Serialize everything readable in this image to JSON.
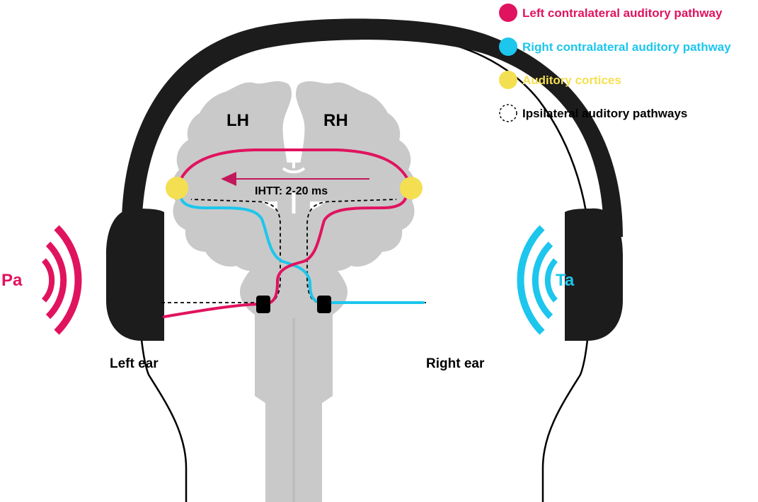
{
  "colors": {
    "left_pathway": "#e0135f",
    "right_pathway": "#1cc6ec",
    "cortex": "#f4df52",
    "headphone": "#1c1c1c",
    "brain": "#c9c9c9",
    "outline": "#000000"
  },
  "icons": {
    "left_stimulus": "sound-waves-icon",
    "right_stimulus": "sound-waves-icon",
    "headphones": "headphones-icon"
  },
  "legend": [
    {
      "label": "Left contralateral auditory pathway",
      "marker": "filled-circle",
      "color": "#e0135f"
    },
    {
      "label": "Right contralateral auditory pathway",
      "marker": "filled-circle",
      "color": "#1cc6ec"
    },
    {
      "label": "Auditory cortices",
      "marker": "filled-circle",
      "color": "#f4df52"
    },
    {
      "label": "Ipsilateral auditory pathways",
      "marker": "dashed-circle",
      "color": "#000000"
    }
  ],
  "labels": {
    "left_hemisphere": "LH",
    "right_hemisphere": "RH",
    "ihtt": "IHTT: 2-20 ms",
    "left_ear": "Left ear",
    "right_ear": "Right ear",
    "left_stimulus": "Pa",
    "right_stimulus": "Ta"
  }
}
